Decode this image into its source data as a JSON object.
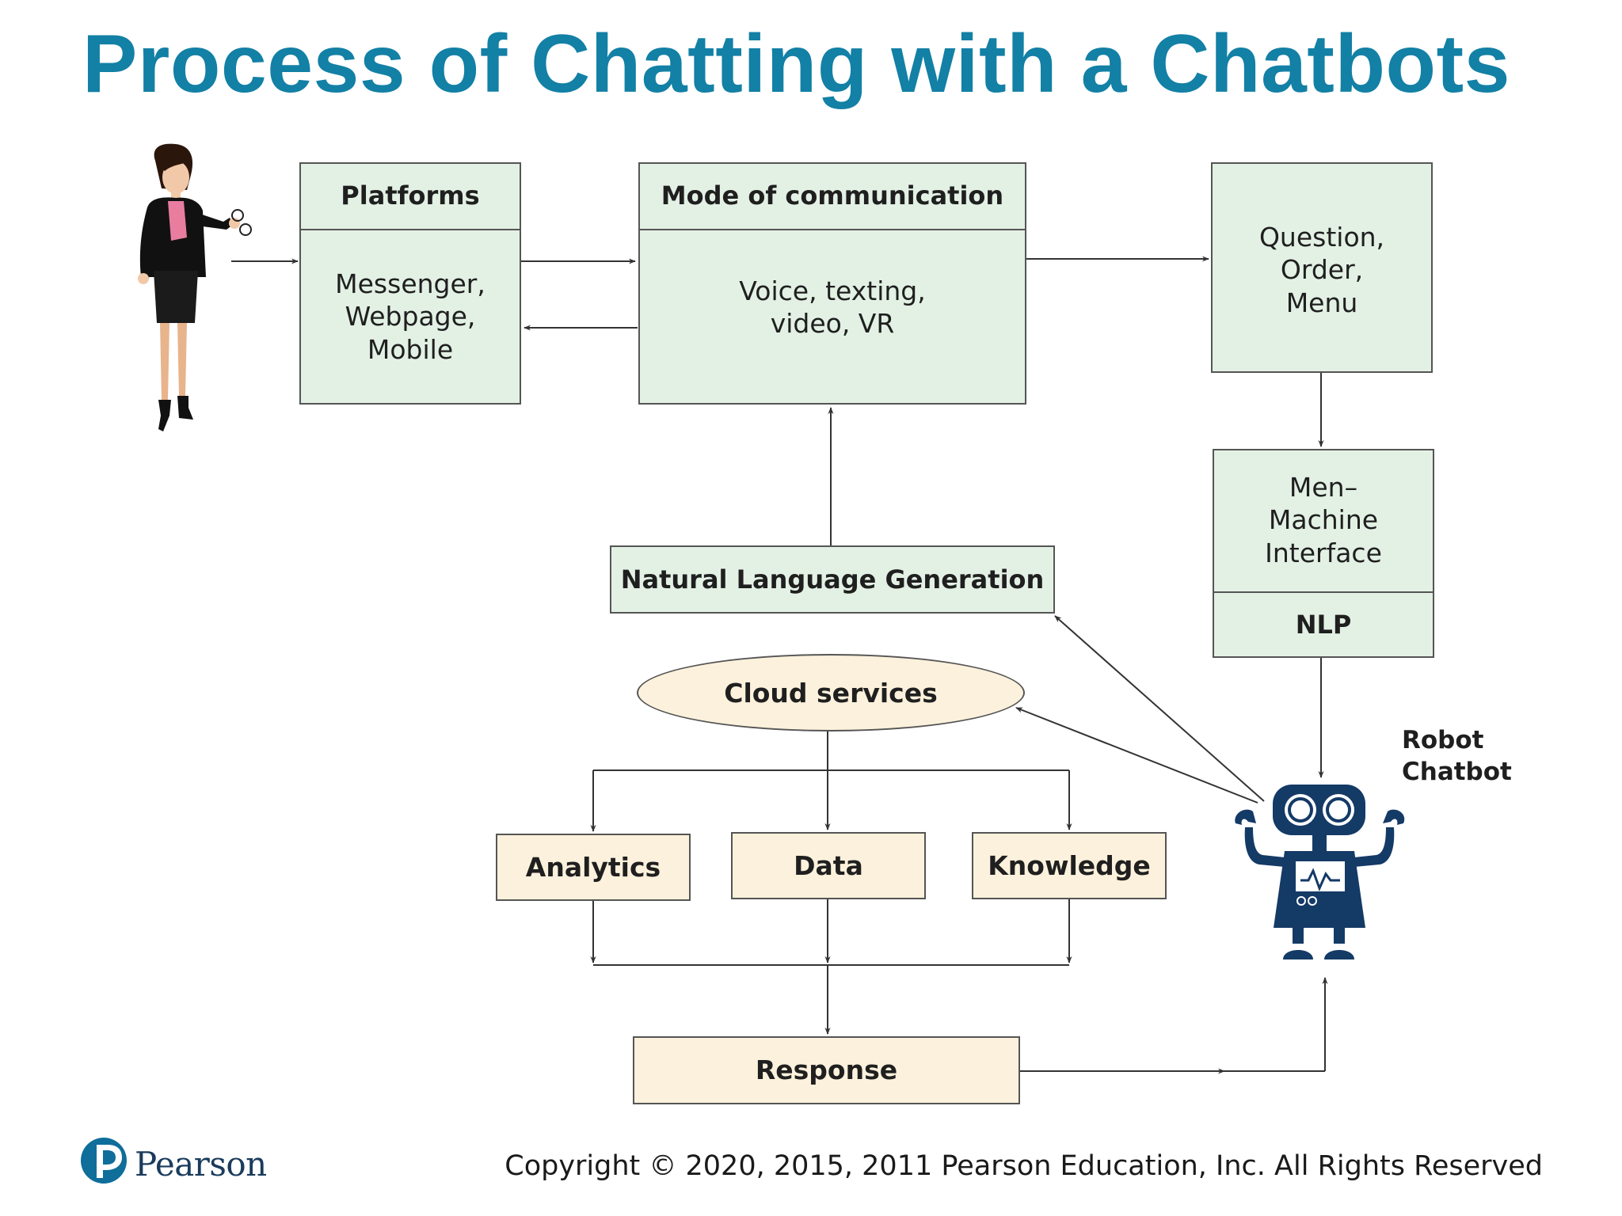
{
  "title": "Process of Chatting with a Chatbots",
  "platforms": {
    "header": "Platforms",
    "lines": [
      "Messenger,",
      "Webpage,",
      "Mobile"
    ]
  },
  "mode": {
    "header": "Mode of communication",
    "lines": [
      "Voice, texting,",
      "video, VR"
    ]
  },
  "question": {
    "lines": [
      "Question,",
      "Order,",
      "Menu"
    ]
  },
  "mmi": {
    "lines": [
      "Men–",
      "Machine",
      "Interface"
    ],
    "nlp": "NLP"
  },
  "nlg": "Natural Language Generation",
  "cloud": "Cloud services",
  "analytics": "Analytics",
  "data": "Data",
  "knowledge": "Knowledge",
  "response": "Response",
  "robot_label": [
    "Robot",
    "Chatbot"
  ],
  "footer": {
    "brand": "Pearson",
    "copyright": "Copyright © 2020, 2015, 2011 Pearson Education, Inc. All Rights Reserved"
  },
  "icons": {
    "person": "woman-with-glasses-icon",
    "robot": "robot-chatbot-icon",
    "brand": "pearson-logo-icon"
  },
  "colors": {
    "title": "#1380a5",
    "green_box": "#e3f1e5",
    "cream_box": "#fcf1dc",
    "robot": "#143a66"
  }
}
